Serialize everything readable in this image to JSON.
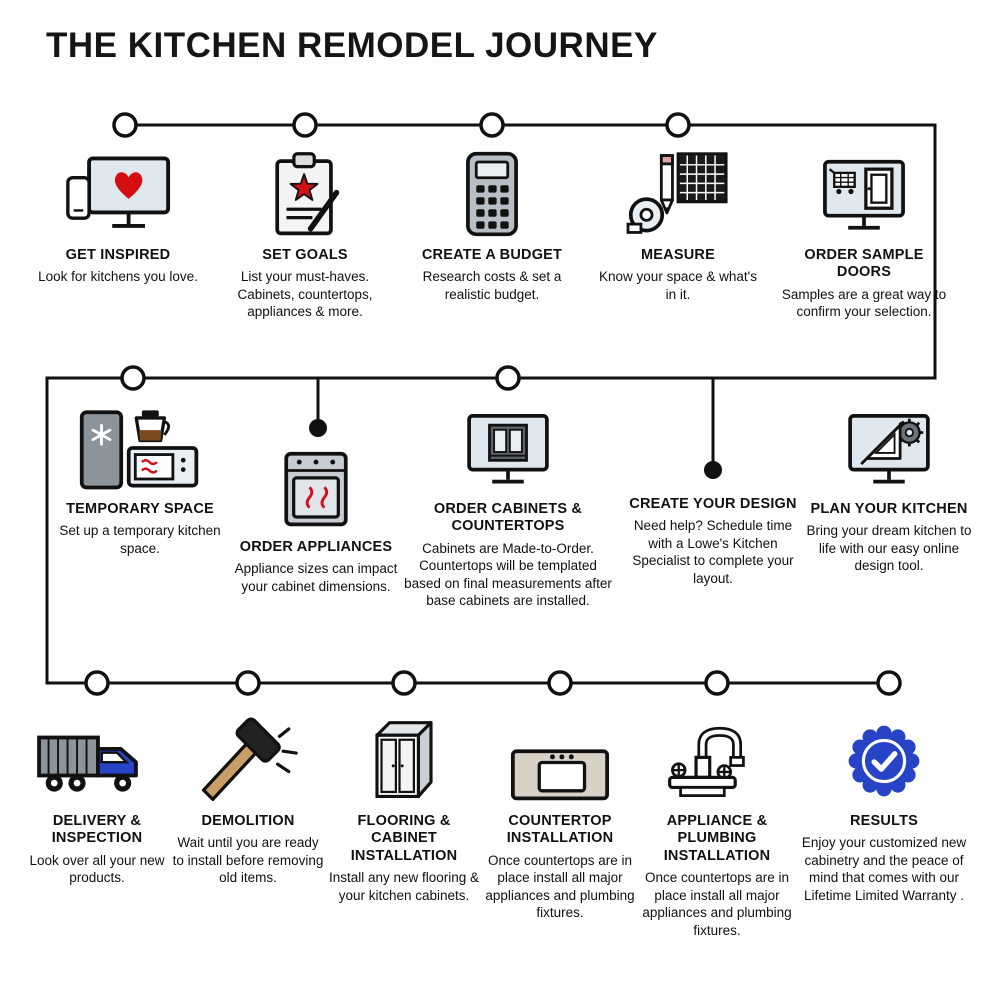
{
  "title": "THE KITCHEN REMODEL JOURNEY",
  "colors": {
    "accent_red": "#d40f14",
    "accent_blue": "#2743c6",
    "line": "#111111"
  },
  "rows": [
    {
      "steps": [
        {
          "label": "GET INSPIRED",
          "description": "Look for kitchens you love.",
          "icon": "monitor-heart-icon"
        },
        {
          "label": "SET GOALS",
          "description": "List your must-haves. Cabinets, countertops, appliances & more.",
          "icon": "clipboard-star-icon"
        },
        {
          "label": "CREATE A BUDGET",
          "description": "Research costs & set a realistic budget.",
          "icon": "calculator-icon"
        },
        {
          "label": "MEASURE",
          "description": "Know your space & what's in it.",
          "icon": "measure-grid-icon"
        },
        {
          "label": "ORDER SAMPLE DOORS",
          "description": "Samples are a great way to confirm your selection.",
          "icon": "monitor-sample-door-icon"
        }
      ]
    },
    {
      "steps": [
        {
          "label": "TEMPORARY SPACE",
          "description": "Set up a temporary kitchen space.",
          "icon": "fridge-microwave-icon"
        },
        {
          "label": "ORDER APPLIANCES",
          "description": "Appliance sizes can impact your cabinet dimensions.",
          "icon": "oven-icon"
        },
        {
          "label": "ORDER CABINETS & COUNTERTOPS",
          "description": "Cabinets are Made-to-Order. Countertops will be templated based on final measurements after base cabinets are installed.",
          "icon": "monitor-cabinet-icon"
        },
        {
          "label": "CREATE YOUR DESIGN",
          "description": "Need help? Schedule time with a Lowe's Kitchen Specialist to complete your layout.",
          "icon": "none"
        },
        {
          "label": "PLAN YOUR KITCHEN",
          "description": "Bring your dream kitchen to life with our easy online design tool.",
          "icon": "monitor-design-tools-icon"
        }
      ]
    },
    {
      "steps": [
        {
          "label": "DELIVERY & INSPECTION",
          "description": "Look over all your new products.",
          "icon": "delivery-truck-icon"
        },
        {
          "label": "DEMOLITION",
          "description": "Wait until you are ready to install before removing old items.",
          "icon": "sledgehammer-icon"
        },
        {
          "label": "FLOORING & CABINET INSTALLATION",
          "description": "Install any new flooring & your kitchen cabinets.",
          "icon": "cabinet-icon"
        },
        {
          "label": "COUNTERTOP INSTALLATION",
          "description": "Once countertops are in place install all major appliances and plumbing fixtures.",
          "icon": "countertop-sink-icon"
        },
        {
          "label": "APPLIANCE & PLUMBING INSTALLATION",
          "description": "Once countertops are in place install all major appliances and plumbing fixtures.",
          "icon": "faucet-icon"
        },
        {
          "label": "RESULTS",
          "description": "Enjoy your customized new cabinetry and the peace of mind that comes with our Lifetime Limited Warranty .",
          "icon": "badge-check-icon"
        }
      ]
    }
  ]
}
